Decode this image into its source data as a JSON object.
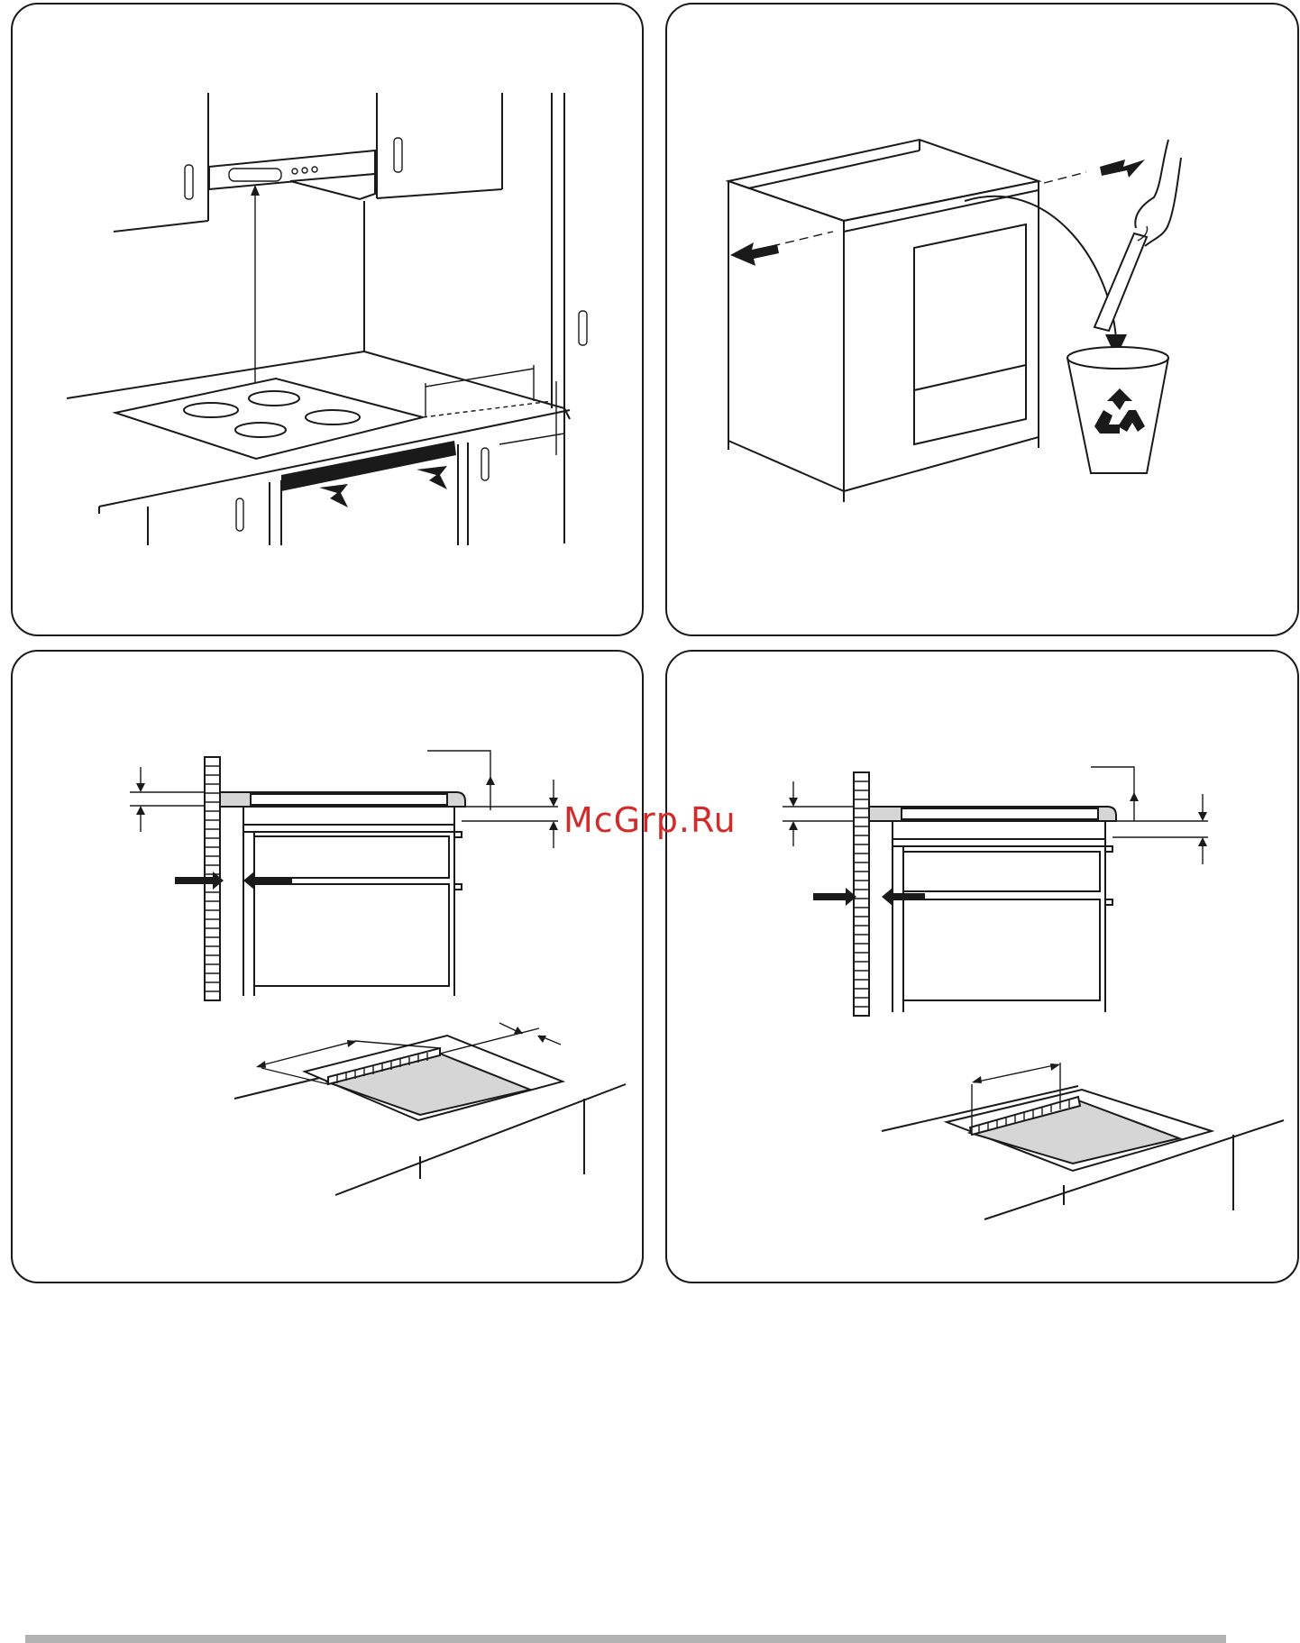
{
  "watermark": {
    "text": "McGrp.Ru",
    "color": "#d12b2b"
  },
  "panels": [
    {
      "id": "hob-extractor-clearance",
      "icons": [
        "extractor-hood-icon",
        "cooktop-icon",
        "drawer-arrow-icon"
      ]
    },
    {
      "id": "cabinet-rail-removal",
      "icons": [
        "cabinet-icon",
        "arrow-icon",
        "recycle-bin-icon",
        "hand-icon"
      ]
    },
    {
      "id": "section-with-drawers",
      "icons": [
        "brick-wall-icon",
        "worktop-section-icon",
        "cutout-icon"
      ]
    },
    {
      "id": "section-with-oven",
      "icons": [
        "brick-wall-icon",
        "worktop-section-icon",
        "cutout-icon"
      ]
    }
  ],
  "colors": {
    "line": "#1a1a1a",
    "fill_grey": "#d6d6d6",
    "footer": "#b3b3b3"
  }
}
